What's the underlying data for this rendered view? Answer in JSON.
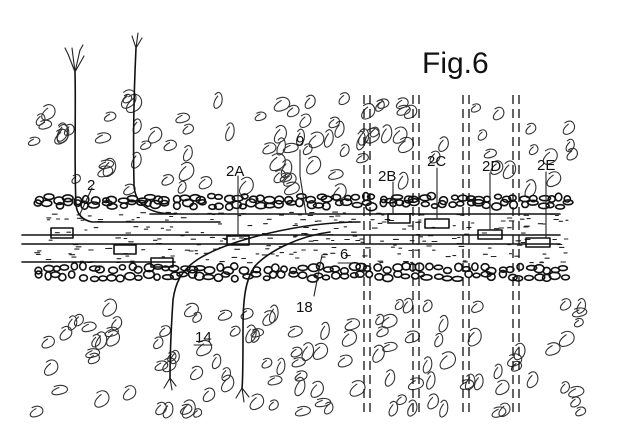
{
  "figure": {
    "title": "Fig.6",
    "labels": {
      "l2": "2",
      "l2A": "2A",
      "l2B": "2B",
      "l2C": "2C",
      "l2D": "2D",
      "l2E": "2E",
      "l9": "9",
      "l6": "6",
      "l18": "18",
      "l14": "14"
    }
  }
}
